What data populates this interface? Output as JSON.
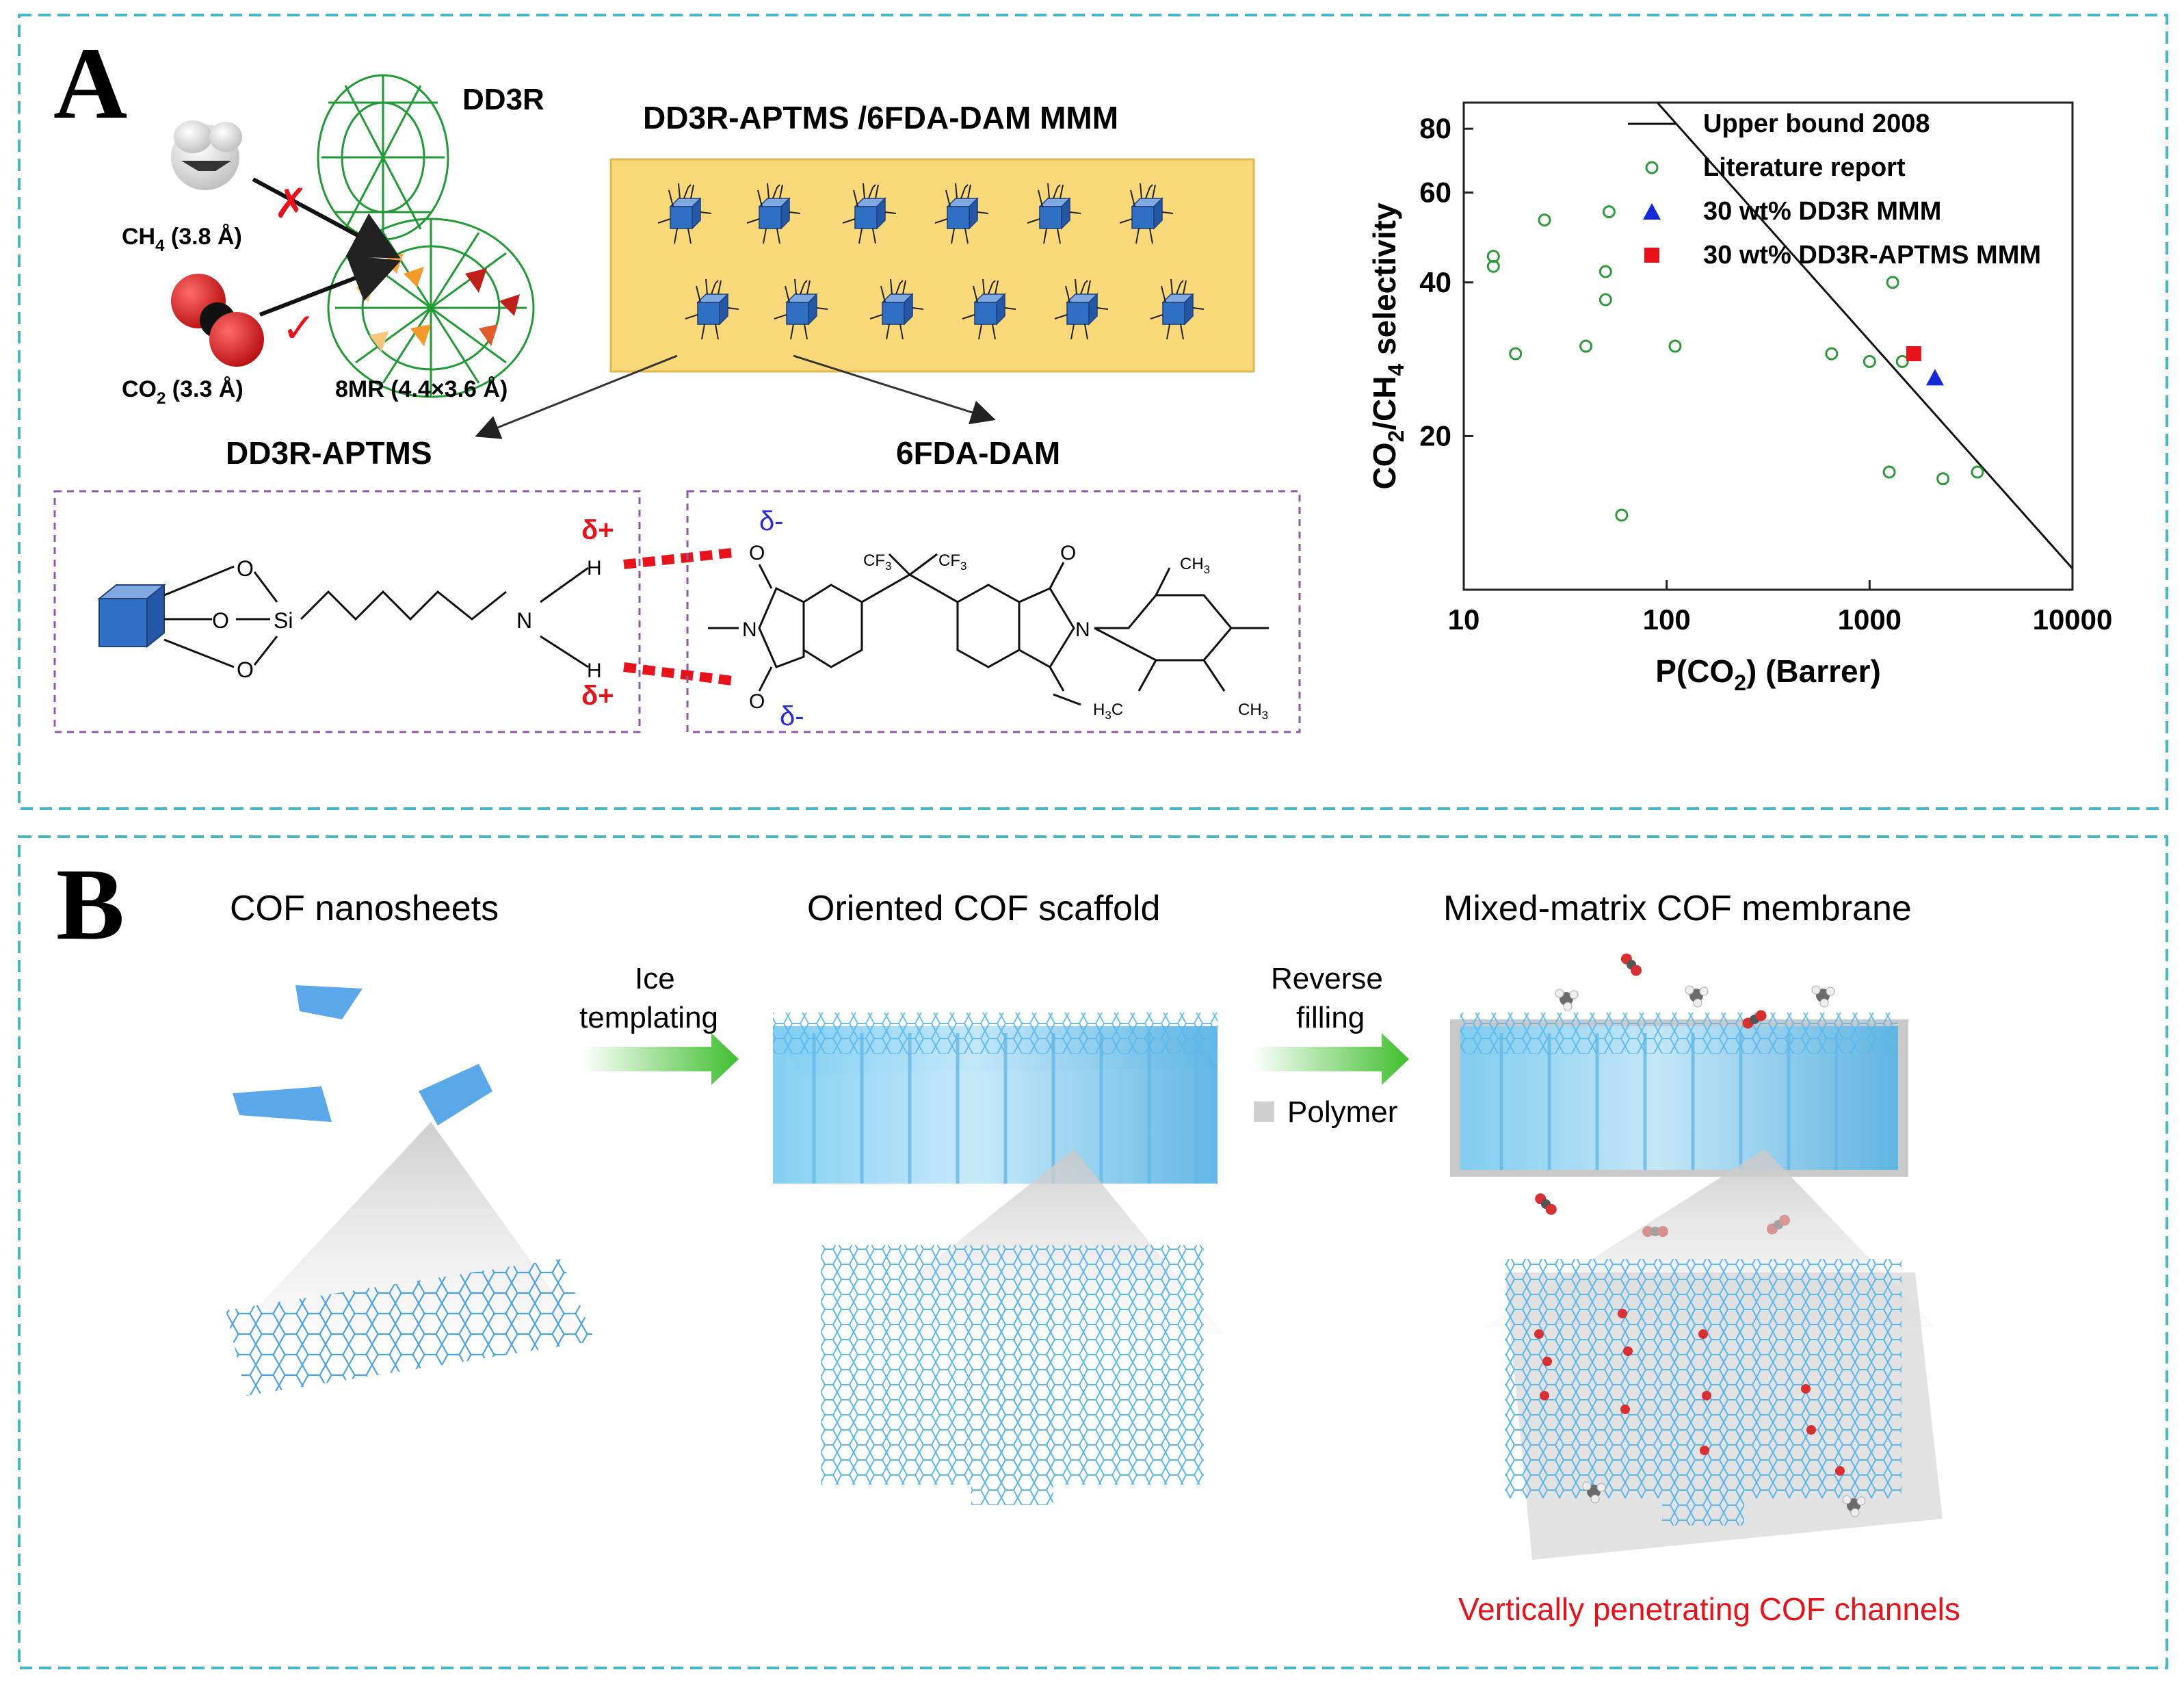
{
  "colors": {
    "frame": "#45b7c4",
    "bead_blue": "#2f6fc4",
    "membrane_yellow": "#f8d879",
    "cof_blue": "#6ec3ec",
    "lit_green": "#2e9a3a",
    "mmm_blue": "#1428d8",
    "aptms_red": "#e8121b",
    "arrow_green": "#4dc43a"
  },
  "panel_a": {
    "letter": "A",
    "dd3r_label": "DD3R",
    "ch4_label": "CH",
    "ch4_sub": "4",
    "ch4_size": " (3.8 Å)",
    "co2_label": "CO",
    "co2_sub": "2",
    "co2_size": " (3.3 Å)",
    "ring_label": "8MR (4.4×3.6 Å)",
    "mmm_title": "DD3R-APTMS /6FDA-DAM MMM",
    "filler_label": "DD3R-APTMS",
    "polymer_label": "6FDA-DAM",
    "delta_plus": "δ+",
    "delta_minus": "δ-",
    "atom_si": "Si",
    "atom_n": "N",
    "atom_h": "H",
    "atom_o": "O",
    "group_cf3": "CF",
    "group_cf3_sub": "3",
    "group_ch3": "CH",
    "group_ch3_sub": "3",
    "group_h3c": "H",
    "group_h3c_sub": "3",
    "group_h3c_tail": "C"
  },
  "chart_data": {
    "type": "scatter",
    "xscale": "log",
    "yscale": "log",
    "xlabel": "P(CO2) (Barrer)",
    "ylabel": "CO2/CH4 selectivity",
    "xlim": [
      10,
      10000
    ],
    "ylim": [
      10,
      90
    ],
    "xticks": [
      10,
      100,
      1000,
      10000
    ],
    "yticks": [
      20,
      40,
      60,
      80
    ],
    "legend_position": "top-right",
    "series": [
      {
        "name": "Upper bound 2008",
        "kind": "line",
        "points": [
          [
            90,
            90
          ],
          [
            10000,
            11
          ]
        ]
      },
      {
        "name": "Literature report",
        "kind": "open-circle",
        "points": [
          [
            14,
            43
          ],
          [
            14,
            45
          ],
          [
            18,
            29
          ],
          [
            25,
            53
          ],
          [
            40,
            30
          ],
          [
            50,
            37
          ],
          [
            50,
            42
          ],
          [
            52,
            55
          ],
          [
            60,
            14
          ],
          [
            110,
            30
          ],
          [
            650,
            29
          ],
          [
            1000,
            28
          ],
          [
            1250,
            17
          ],
          [
            1300,
            40
          ],
          [
            1450,
            28
          ],
          [
            2300,
            16.5
          ],
          [
            3400,
            17
          ]
        ]
      },
      {
        "name": "30 wt% DD3R MMM",
        "kind": "filled-triangle",
        "points": [
          [
            2100,
            26
          ]
        ]
      },
      {
        "name": "30 wt% DD3R-APTMS MMM",
        "kind": "filled-square",
        "points": [
          [
            1650,
            29
          ]
        ]
      }
    ]
  },
  "panel_b": {
    "letter": "B",
    "step1_title": "COF nanosheets",
    "step2_title": "Oriented COF scaffold",
    "step3_title": "Mixed-matrix COF membrane",
    "arrow1_line1": "Ice",
    "arrow1_line2": "templating",
    "arrow2_line1": "Reverse",
    "arrow2_line2": "filling",
    "polymer_legend": "Polymer",
    "caption": "Vertically penetrating COF channels"
  }
}
